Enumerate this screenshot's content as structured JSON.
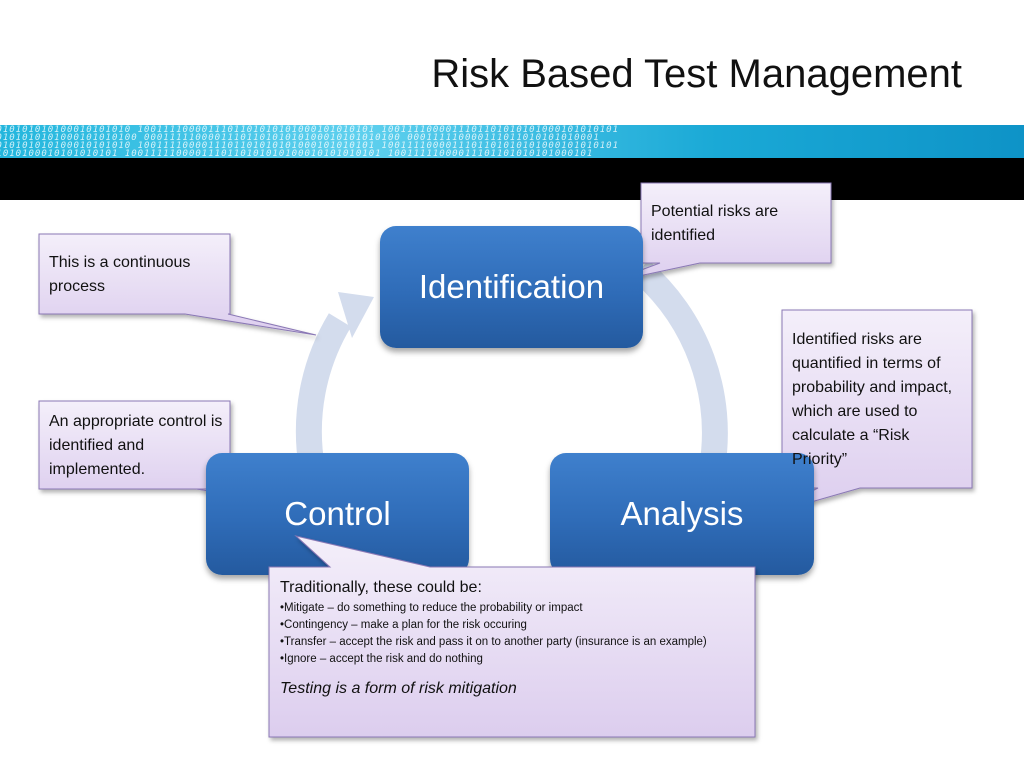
{
  "title": "Risk Based Test Management",
  "banner_binary": [
    "1010101010100010101010 1001111000011101101010101000101010101 1001111000011101101010101000101010101",
    "10101010101000101010100 0001111100001110110101010100010101010100 000111110000111011010101010001",
    "1010101010100010101010 1001111000011101101010101000101010101 1001111000011101101010101000101010101",
    "01010100010101010101 1001111100001110110101010100010101010101 10011111000011101101010101000101"
  ],
  "nodes": {
    "identification": "Identification",
    "analysis": "Analysis",
    "control": "Control"
  },
  "callouts": {
    "potential": "Potential risks are identified",
    "continuous": "This is a continuous process",
    "quantified": "Identified risks are quantified in terms of probability and impact, which are used to calculate a “Risk Priority”",
    "control": "An appropriate control is identified and implemented.",
    "traditional": {
      "heading": "Traditionally, these could be:",
      "items": [
        "Mitigate – do something to reduce the probability or impact",
        "Contingency – make a plan for the risk occuring",
        "Transfer – accept the risk and pass it on to another party (insurance is an example)",
        "Ignore – accept the risk and do nothing"
      ],
      "footer": "Testing is a form of risk mitigation"
    }
  },
  "colors": {
    "node_fill": "#2f6cb8",
    "callout_fill": "#e9dff5",
    "callout_border": "#8a78b5",
    "cycle_arrow": "#d3dced",
    "banner": "#23b6dd"
  }
}
